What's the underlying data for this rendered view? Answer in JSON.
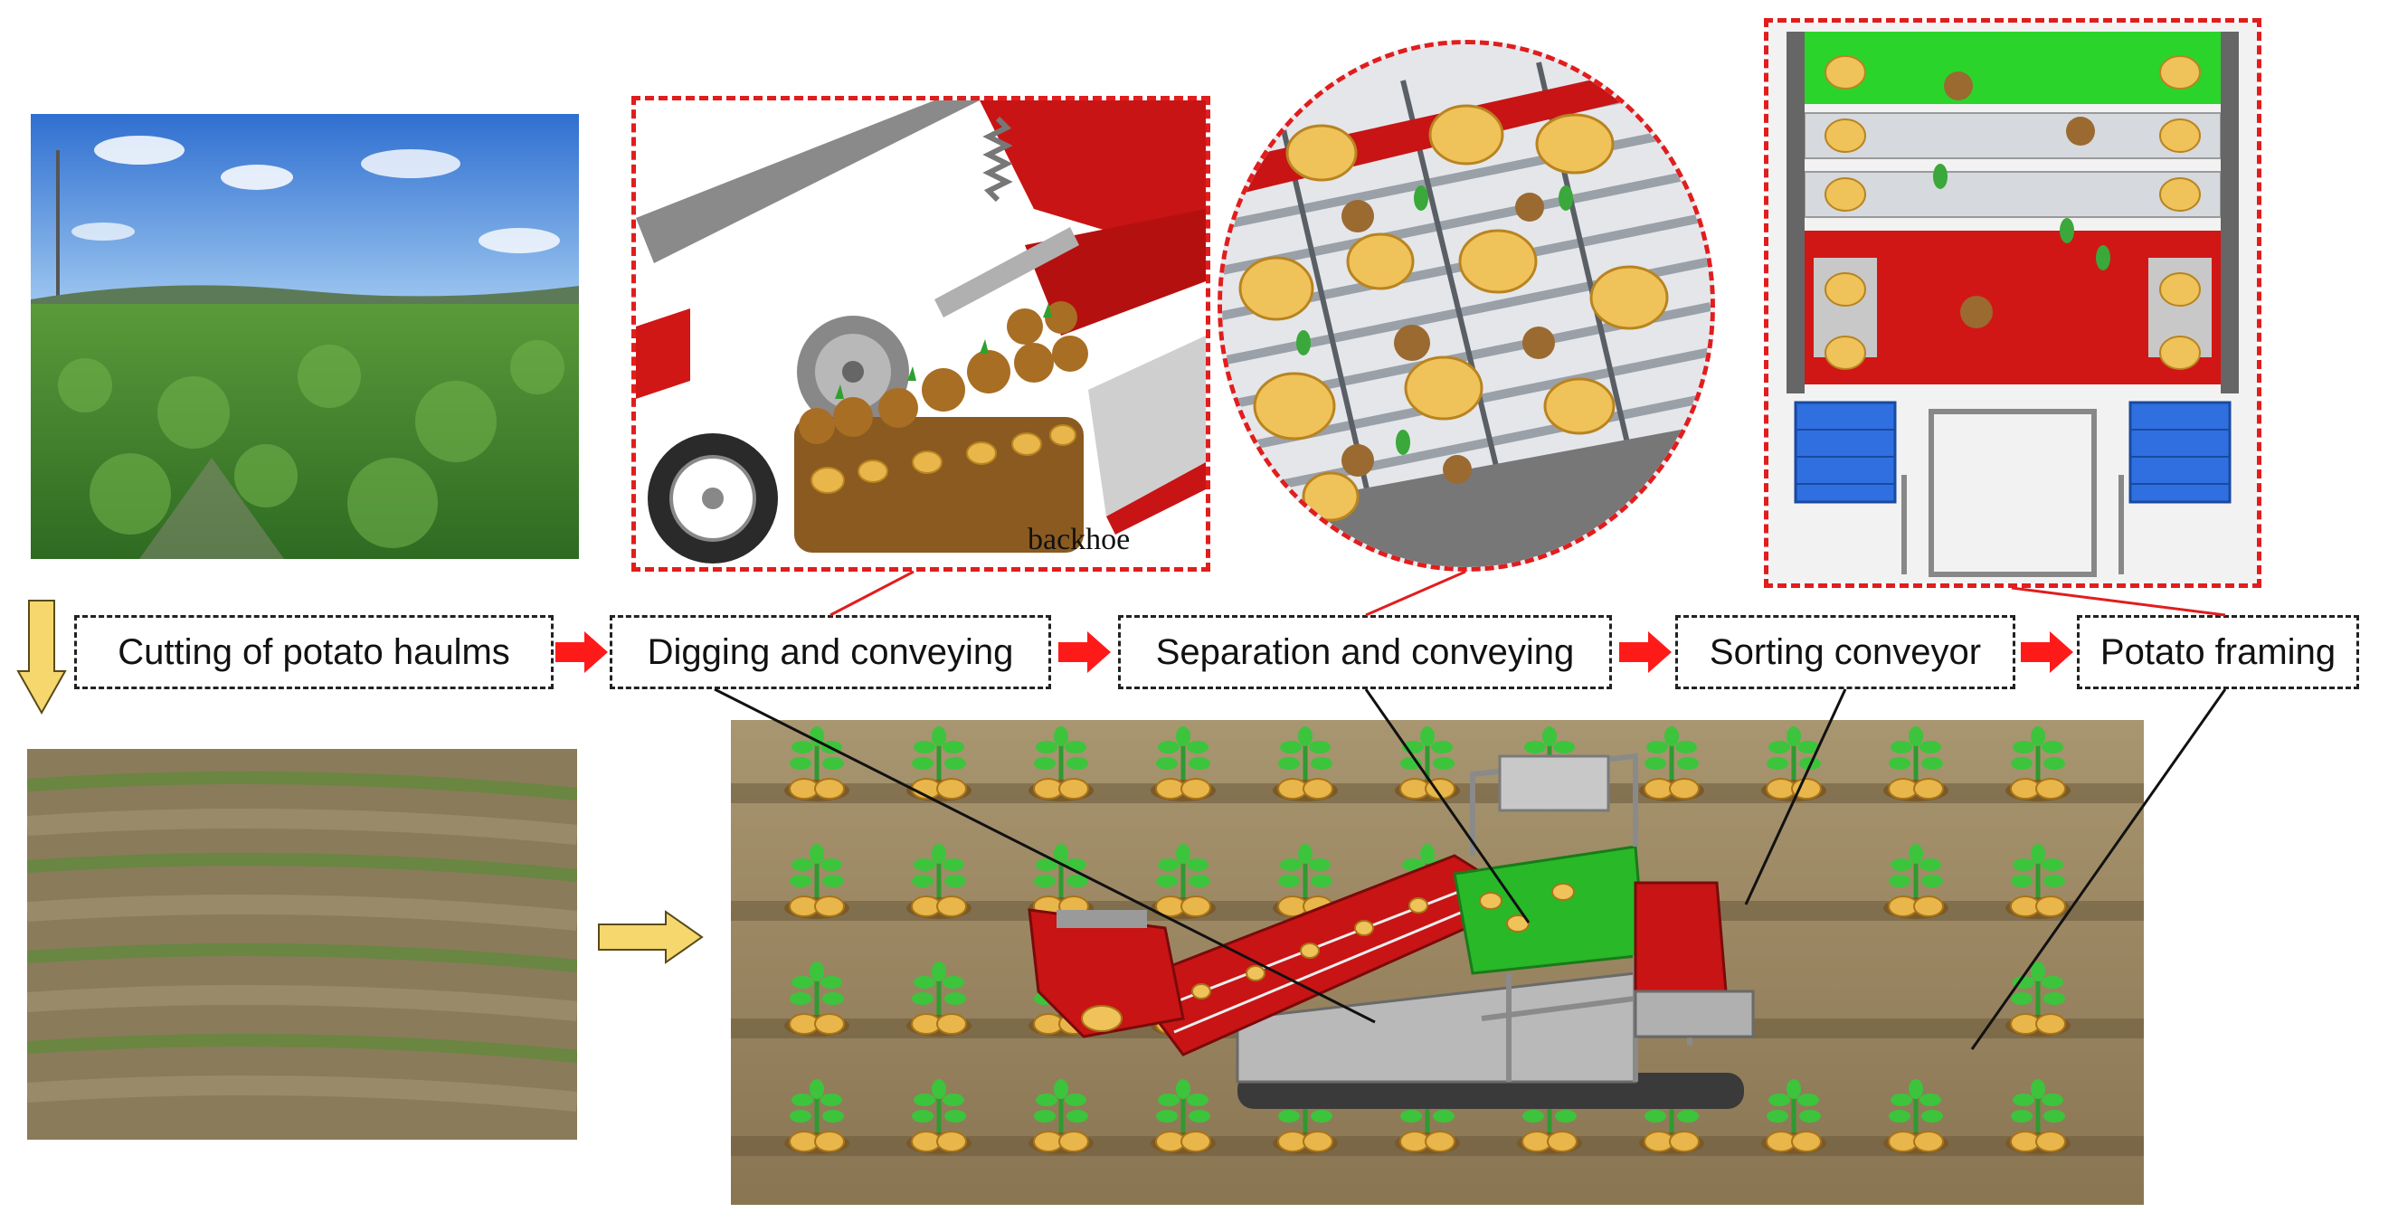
{
  "steps": [
    {
      "label": "Cutting of potato haulms"
    },
    {
      "label": "Digging and conveying"
    },
    {
      "label": "Separation and conveying"
    },
    {
      "label": "Sorting conveyor"
    },
    {
      "label": "Potato framing"
    }
  ],
  "annotations": {
    "backhoe": "backhoe"
  },
  "colors": {
    "frame_red": "#e11d1d",
    "arrow_red": "#ff1a1a",
    "arrow_yellow": "#f5d76e",
    "soil": "#9c8a62",
    "potato": "#e8b64a",
    "plant_green": "#2fb52f",
    "sorter_green": "#28c228",
    "machine_red": "#c81414"
  }
}
